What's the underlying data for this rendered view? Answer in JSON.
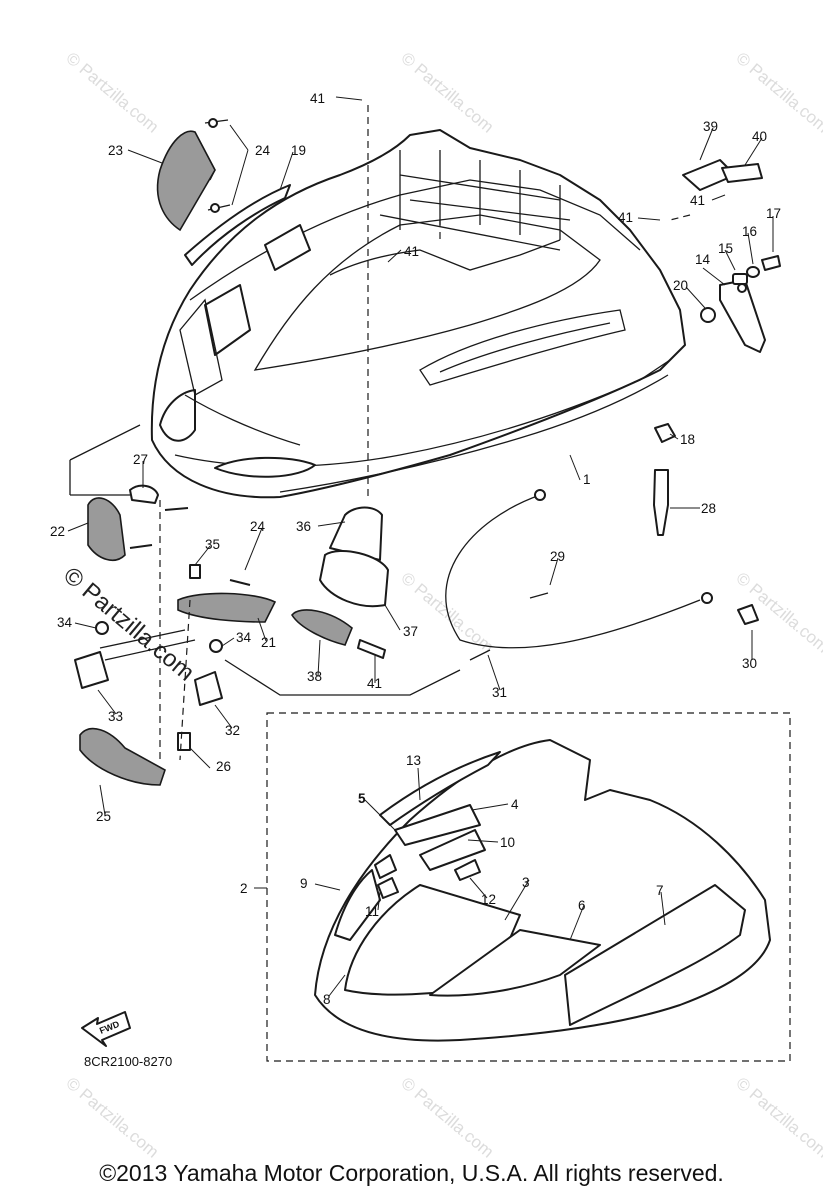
{
  "diagram": {
    "callouts": [
      "1",
      "2",
      "3",
      "4",
      "5",
      "6",
      "7",
      "8",
      "9",
      "10",
      "11",
      "12",
      "13",
      "14",
      "15",
      "16",
      "17",
      "18",
      "19",
      "20",
      "21",
      "22",
      "23",
      "24",
      "24",
      "25",
      "26",
      "27",
      "28",
      "29",
      "30",
      "31",
      "32",
      "33",
      "34",
      "34",
      "35",
      "36",
      "37",
      "38",
      "39",
      "40",
      "41",
      "41",
      "41",
      "41",
      "41"
    ],
    "drawing_code": "8CR2100-8270",
    "fwd_label": "FWD",
    "watermark": "© Partzilla.com",
    "copyright": "©2013  Yamaha Motor Corporation, U.S.A. All rights reserved."
  }
}
